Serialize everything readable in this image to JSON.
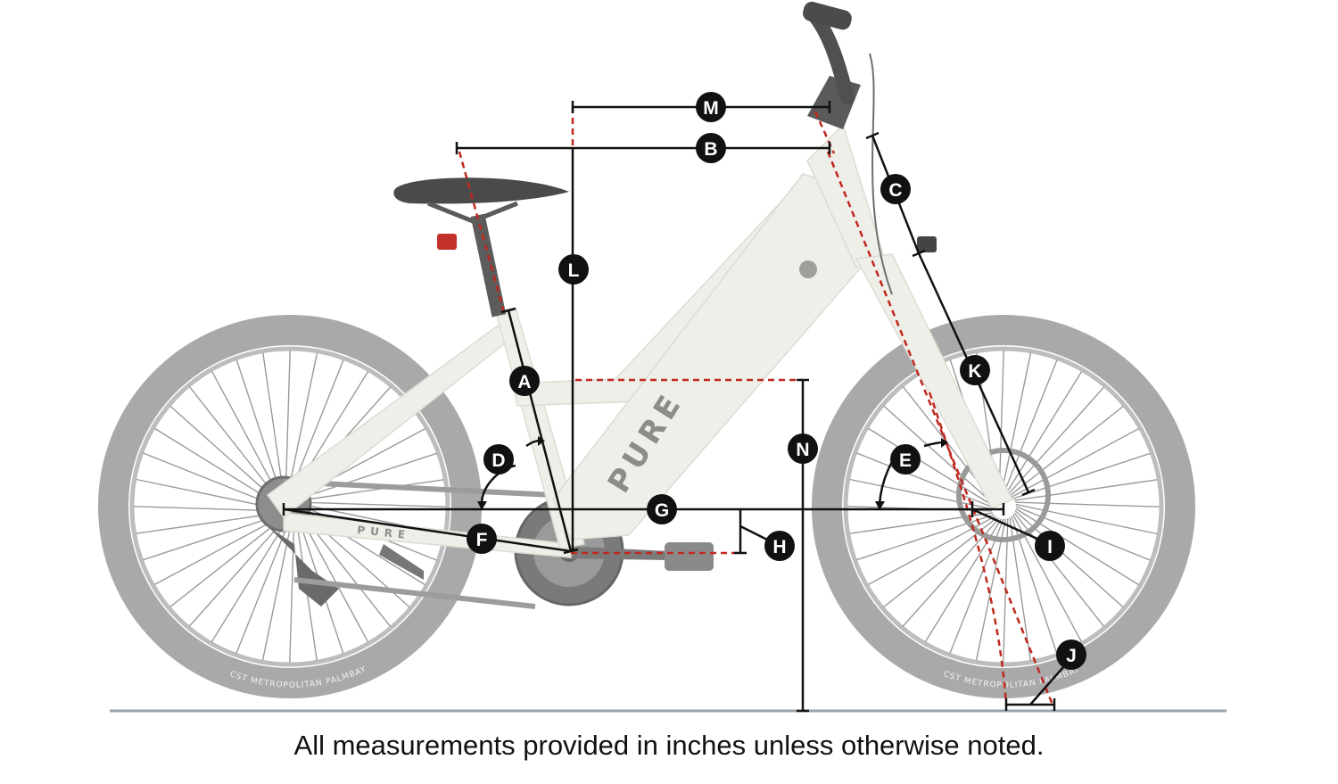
{
  "caption": "All measurements provided in inches unless otherwise noted.",
  "brand_text": "PURE",
  "tire_text": "CST METROPOLITAN PALMBAY",
  "labels": {
    "A": "A",
    "B": "B",
    "C": "C",
    "D": "D",
    "E": "E",
    "F": "F",
    "G": "G",
    "H": "H",
    "I": "I",
    "J": "J",
    "K": "K",
    "L": "L",
    "M": "M",
    "N": "N"
  },
  "colors": {
    "frame": "#efefe9",
    "tire": "#a9a9a9",
    "spoke": "#9a9a9a",
    "dimension_line": "#111111",
    "reference_line": "#c0281e",
    "ground": "#9aa3ab",
    "label_fill": "#111111"
  }
}
